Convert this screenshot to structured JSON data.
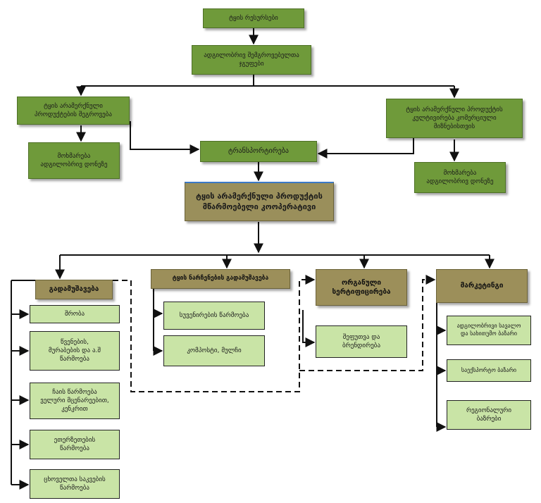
{
  "nodes": {
    "forest_resources": "ტყის რესურსები",
    "local_groups": "ადგილობრივ შემგროვებელთა\nჯგუფები",
    "collection_left": "ტყის არამერქნული\nპროდუქტების შეგროვება",
    "collection_right": "ტყის არამერქნული პროდუქტის\nკულტივირება კომერციული\nმიზნებისთვის",
    "local_use_left": "მოხმარება\nადგილობრივ დონეზე",
    "local_use_right": "მოხმარება\nადგილობრივ დონეზე",
    "transport": "ტრანსპორტირება",
    "cooperative": "ტყის არამერქნული პროდუქტის\nმწარმოებელი კოოპერატივი",
    "processing": "გადამუშავება",
    "wood_waste_processing": "ტყის ნარჩენების გადამუშავება",
    "organic_cert": "ორგანული\nსერტიფიცირება",
    "marketing": "მარკეტინგი",
    "drying": "შრობა",
    "juices": "წვენების,\nმურაბების და ა.შ\nწარმოება",
    "tea": "ჩაის წარმოება\nველური მცენარეებით,\nკენკრით",
    "ethereal": "ეთერზეთების\nწარმოება",
    "animal_feed": "ცხოველთა საკვების\nწარმოება",
    "souvenirs": "სუვენირების წარმოება",
    "compost": "კომპოსტი, მულჩი",
    "packaging": "შეფუთვა და\nბრენდირება",
    "local_market": "ადგილობრივი სავალო\nდა სახითუმო ბაზარი",
    "export_market": "საექსპორტო ბაზარი",
    "regional_market": "რეგიონალური\nბაზრები"
  }
}
